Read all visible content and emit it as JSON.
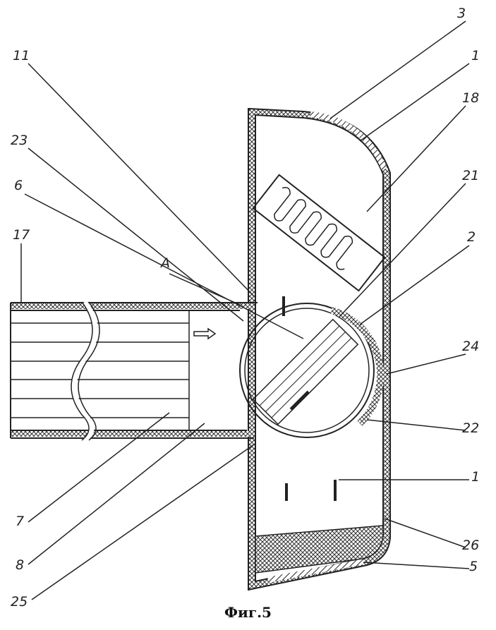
{
  "figure": {
    "caption": "Фиг.5",
    "labels": {
      "l3": "3",
      "l1_top": "1",
      "l18": "18",
      "l21": "21",
      "l2": "2",
      "l24": "24",
      "l22": "22",
      "l1_bottom": "1",
      "l26": "26",
      "l5": "5",
      "l11": "11",
      "l23": "23",
      "l6": "6",
      "l17": "17",
      "lA": "A",
      "l7": "7",
      "l8": "8",
      "l25": "25"
    }
  }
}
